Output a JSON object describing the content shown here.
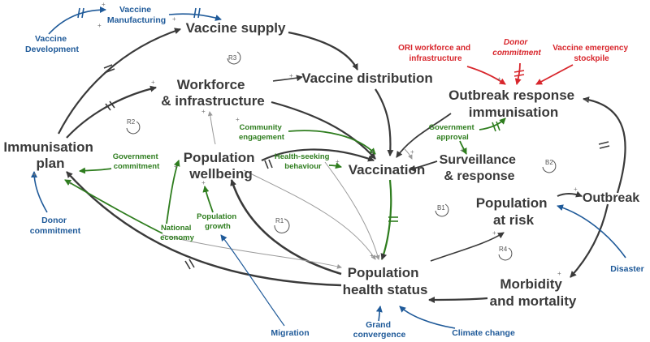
{
  "colors": {
    "causal": "#3a3a3a",
    "thin": "#9a9a9a",
    "government": "#2e7d1e",
    "external": "#1f5a99",
    "ori": "#d8262c"
  },
  "nodes": {
    "immunisation_plan": [
      "Immunisation",
      "plan"
    ],
    "vaccine_supply": "Vaccine supply",
    "workforce": [
      "Workforce",
      "& infrastructure"
    ],
    "vaccine_distribution": "Vaccine distribution",
    "population_wellbeing": [
      "Population",
      "wellbeing"
    ],
    "vaccination": "Vaccination",
    "outbreak_response": [
      "Outbreak response",
      "immunisation"
    ],
    "surveillance": [
      "Surveillance",
      "& response"
    ],
    "population_at_risk": [
      "Population",
      "at risk"
    ],
    "outbreak": "Outbreak",
    "population_health": [
      "Population",
      "health status"
    ],
    "morbidity": [
      "Morbidity",
      "and mortality"
    ]
  },
  "blue_labels": {
    "vaccine_development": [
      "Vaccine",
      "Development"
    ],
    "vaccine_manufacturing": [
      "Vaccine",
      "Manufacturing"
    ],
    "donor_commitment": [
      "Donor",
      "commitment"
    ],
    "migration": "Migration",
    "grand_convergence": [
      "Grand",
      "convergence"
    ],
    "climate_change": "Climate change",
    "disaster": "Disaster"
  },
  "green_labels": {
    "government_commitment": [
      "Government",
      "commitment"
    ],
    "community_engagement": [
      "Community",
      "engagement"
    ],
    "health_seeking": [
      "Health-seeking",
      "behaviour"
    ],
    "government_approval": [
      "Government",
      "approval"
    ],
    "national_economy": [
      "National",
      "economy"
    ],
    "population_growth": [
      "Population",
      "growth"
    ]
  },
  "red_labels": {
    "ori_workforce": [
      "ORI workforce and",
      "infrastructure"
    ],
    "donor_commitment": [
      "Donor",
      "commitment"
    ],
    "vaccine_emergency": [
      "Vaccine emergency",
      "stockpile"
    ]
  },
  "loops": {
    "r1": "R1",
    "r2": "R2",
    "r3": "R3",
    "r4": "R4",
    "b1": "B1",
    "b2": "B2"
  },
  "polarity": "+"
}
